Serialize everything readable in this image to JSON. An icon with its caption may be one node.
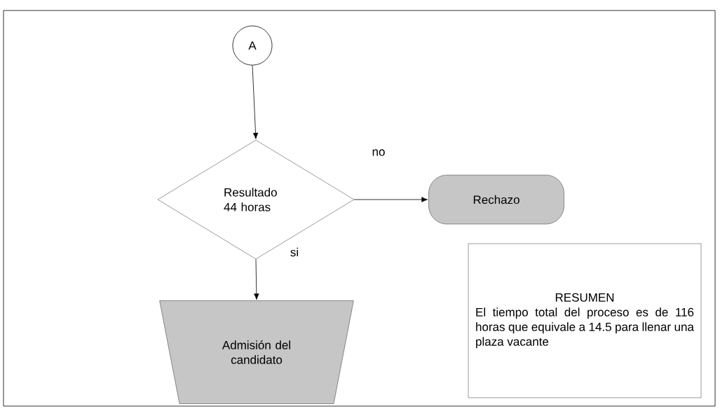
{
  "diagram": {
    "nodes": [
      {
        "text": [
          "A"
        ]
      },
      {
        "text": [
          "Resultado 44 horas"
        ]
      },
      {
        "text": [
          "Rechazo"
        ]
      },
      {
        "text": [
          "Admisión del candidato"
        ]
      },
      {
        "text": [
          "RESUMEN",
          "El tiempo total del proceso es de 116 horas que equivale a 14.5 para llenar una plaza vacante"
        ]
      }
    ],
    "edges": [
      {
        "from": 0,
        "to": 1,
        "arrow": "to"
      },
      {
        "from": 1,
        "to": 2,
        "arrow": "to",
        "label": "no"
      },
      {
        "from": 1,
        "to": 3,
        "arrow": "to",
        "label": "si"
      }
    ]
  }
}
